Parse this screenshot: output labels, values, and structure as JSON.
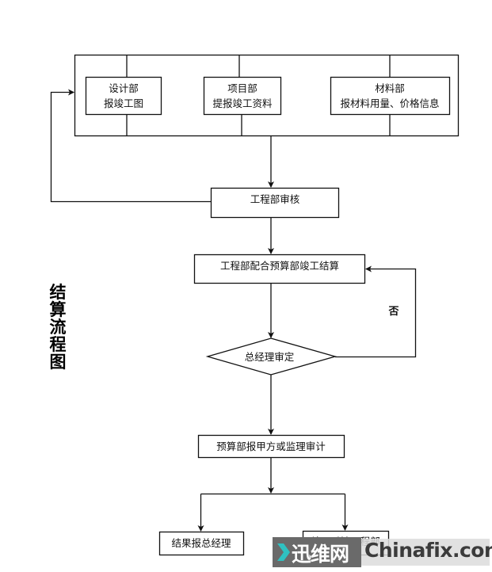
{
  "title": "结算流程图",
  "nodes": {
    "design": {
      "line1": "设计部",
      "line2": "报竣工图"
    },
    "project": {
      "line1": "项目部",
      "line2": "提报竣工资料"
    },
    "material": {
      "line1": "材料部",
      "line2": "报材料用量、价格信息"
    },
    "eng_review": {
      "label": "工程部审核"
    },
    "settlement": {
      "label": "工程部配合预算部竣工结算"
    },
    "gm_approve": {
      "label": "总经理审定"
    },
    "audit": {
      "label": "预算部报甲方或监理审计"
    },
    "report_gm": {
      "label": "结果报总经理"
    },
    "feedback_eng": {
      "label": "结果反馈工程部"
    }
  },
  "edges": {
    "no_label": "否"
  },
  "watermark": {
    "cn": "迅维网",
    "en": "Chinafix.com",
    "accent": "#2fc1c1"
  }
}
